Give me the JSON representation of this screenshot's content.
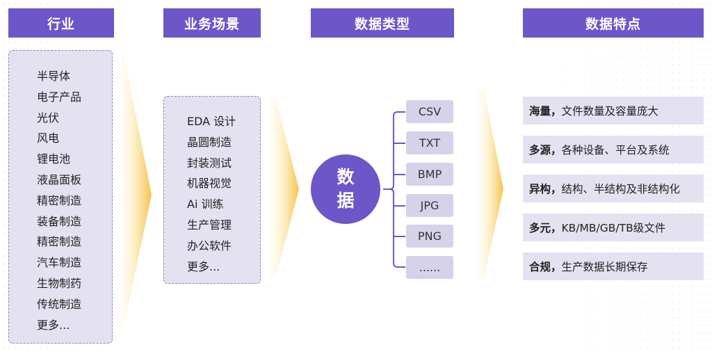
{
  "headers": {
    "industry": "行业",
    "scenario": "业务场景",
    "data_type": "数据类型",
    "data_feature": "数据特点"
  },
  "industries": [
    "半导体",
    "电子产品",
    "光伏",
    "风电",
    "锂电池",
    "液晶面板",
    "精密制造",
    "装备制造",
    "精密制造",
    "汽车制造",
    "生物制药",
    "传统制造",
    "更多..."
  ],
  "scenarios": [
    "EDA 设计",
    "晶圆制造",
    "封装测试",
    "机器视觉",
    "Ai 训练",
    "生产管理",
    "办公软件",
    "更多..."
  ],
  "center": {
    "line1": "数",
    "line2": "据"
  },
  "data_types": [
    "CSV",
    "TXT",
    "BMP",
    "JPG",
    "PNG",
    "......"
  ],
  "features": [
    {
      "key": "海量，",
      "desc": "文件数量及容量庞大"
    },
    {
      "key": "多源，",
      "desc": "各种设备、平台及系统"
    },
    {
      "key": "异构，",
      "desc": "结构、半结构及非结构化"
    },
    {
      "key": "多元，",
      "desc": "KB/MB/GB/TB级文件"
    },
    {
      "key": "合规，",
      "desc": "生产数据长期保存"
    }
  ],
  "colors": {
    "accent": "#6d56c8",
    "panel": "#e4e1f0",
    "type_box": "#d6d2ea",
    "arrow": "#f6c24a"
  }
}
